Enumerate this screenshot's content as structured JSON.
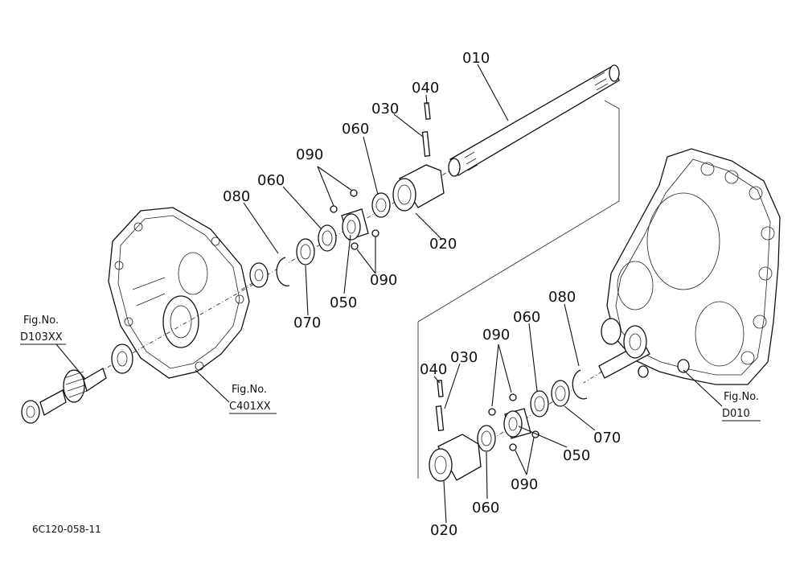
{
  "callouts": {
    "c010": "010",
    "c040a": "040",
    "c030a": "030",
    "c060a": "060",
    "c090a": "090",
    "c060b": "060",
    "c080a": "080",
    "c020a": "020",
    "c090b": "090",
    "c050a": "050",
    "c070a": "070",
    "c080b": "080",
    "c060c": "060",
    "c090c": "090",
    "c030b": "030",
    "c040b": "040",
    "c070b": "070",
    "c050b": "050",
    "c090d": "090",
    "c060d": "060",
    "c020b": "020"
  },
  "references": {
    "d103": {
      "line1": "Fig.No.",
      "line2": "D103XX"
    },
    "c401": {
      "line1": "Fig.No.",
      "line2": "C401XX"
    },
    "d010": {
      "line1": "Fig.No.",
      "line2": "D010"
    }
  },
  "drawing_code": "6C120-058-11"
}
